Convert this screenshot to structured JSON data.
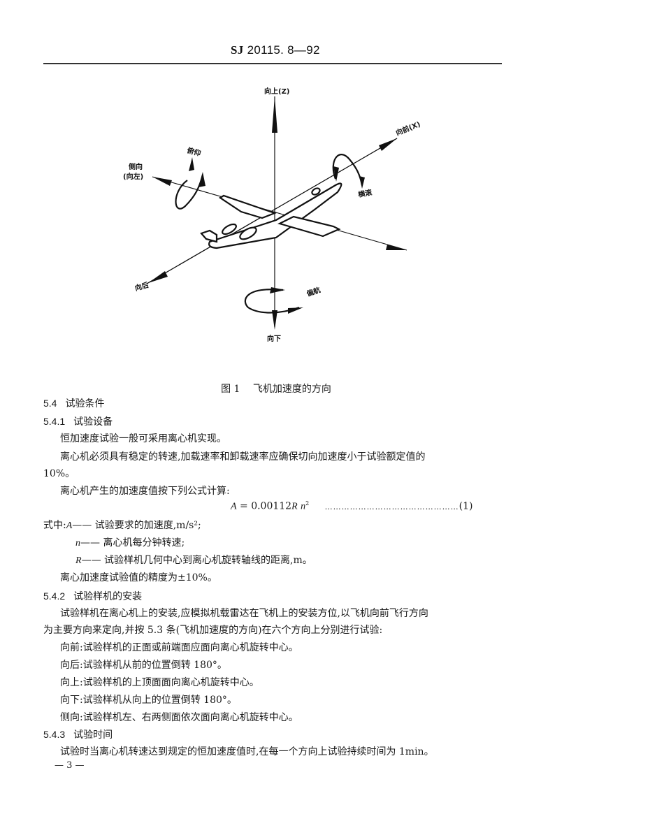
{
  "header": {
    "code_prefix": "SJ",
    "code_number": "20115. 8—92"
  },
  "figure": {
    "labels": {
      "up": "向上(Z)",
      "forward": "向前(X)",
      "pitch": "俯仰",
      "lateral_line1": "侧向",
      "lateral_line2": "(向左)",
      "roll": "横滚",
      "backward": "向后",
      "yaw": "偏航",
      "down": "向下"
    },
    "caption_number": "图 1",
    "caption_text": "飞机加速度的方向"
  },
  "sections": {
    "s54": {
      "number": "5.4",
      "title": "试验条件"
    },
    "s541": {
      "number": "5.4.1",
      "title": "试验设备"
    },
    "s541_p1": "恒加速度试验一般可采用离心机实现。",
    "s541_p2a": "离心机必须具有稳定的转速,加载速率和卸载速率应确保切向加速度小于试验额定值的",
    "s541_p2b": "10%。",
    "s541_p3": "离心机产生的加速度值按下列公式计算:",
    "formula": {
      "lhs": "A",
      "eq": " = 0.00112",
      "R": "R",
      "n": "n",
      "exp": "2",
      "dots": "…………………………………………",
      "ref": "(1)"
    },
    "where": {
      "prefix": "式中:",
      "A_var": "A",
      "A_desc": "—— 试验要求的加速度,m/s²;",
      "n_var": "n",
      "n_desc": "—— 离心机每分钟转速;",
      "R_var": "R",
      "R_desc": "—— 试验样机几何中心到离心机旋转轴线的距离,m。"
    },
    "s541_p4": "离心加速度试验值的精度为±10%。",
    "s542": {
      "number": "5.4.2",
      "title": "试验样机的安装"
    },
    "s542_p1a": "试验样机在离心机上的安装,应模拟机载雷达在飞机上的安装方位,以飞机向前飞行方向",
    "s542_p1b": "为主要方向来定向,并按 5.3 条(飞机加速度的方向)在六个方向上分别进行试验:",
    "s542_items": [
      "向前:试验样机的正面或前端面应面向离心机旋转中心。",
      "向后:试验样机从前的位置倒转 180°。",
      "向上:试验样机的上顶面面向离心机旋转中心。",
      "向下:试验样机从向上的位置倒转 180°。",
      "侧向:试验样机左、右两侧面依次面向离心机旋转中心。"
    ],
    "s543": {
      "number": "5.4.3",
      "title": "试验时间"
    },
    "s543_p1": "试验时当离心机转速达到规定的恒加速度值时,在每一个方向上试验持续时间为 1min。"
  },
  "footer": {
    "page_number": "— 3 —"
  }
}
